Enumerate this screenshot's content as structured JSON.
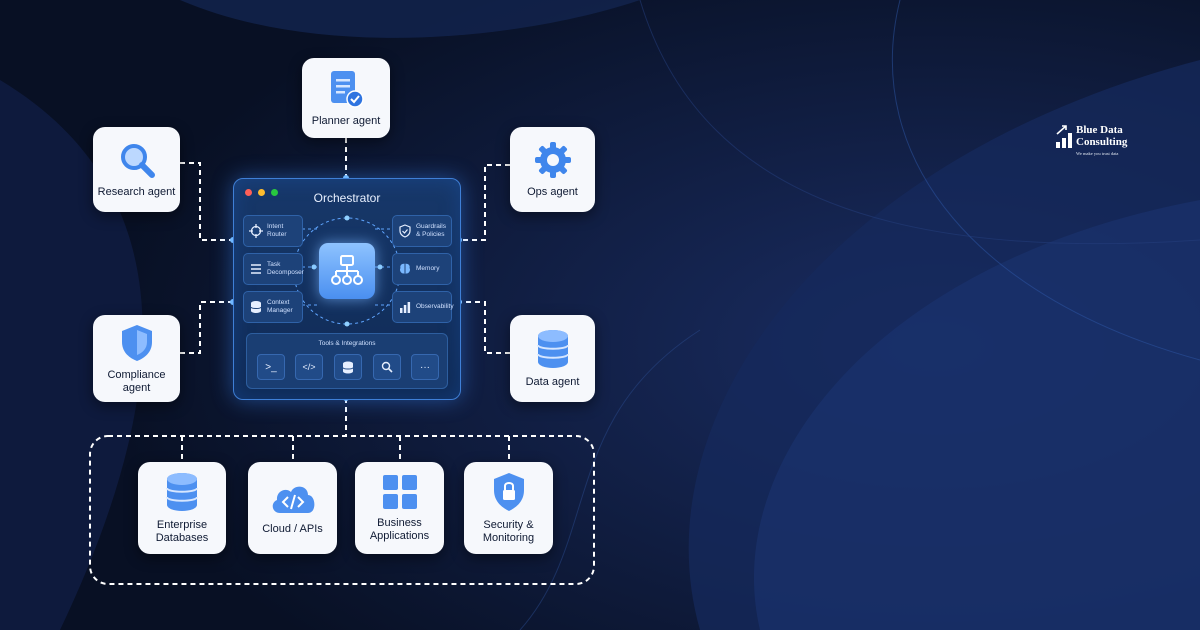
{
  "colors": {
    "background": "#0a1124",
    "card": "#f6f8fc",
    "accent": "#3b82f6",
    "orchestrator": "#14325f"
  },
  "agents": [
    {
      "label": "Planner agent",
      "icon": "document-check-icon"
    },
    {
      "label": "Research agent",
      "icon": "search-icon"
    },
    {
      "label": "Ops agent",
      "icon": "gear-icon"
    },
    {
      "label": "Compliance agent",
      "icon": "shield-icon"
    },
    {
      "label": "Data agent",
      "icon": "database-icon"
    }
  ],
  "orchestrator": {
    "title": "Orchestrator",
    "window_dots": [
      "#ff5f57",
      "#febc2e",
      "#28c840"
    ],
    "modules": [
      {
        "label": "Intent Router",
        "icon": "crosshair-icon"
      },
      {
        "label": "Task Decomposer",
        "icon": "list-icon"
      },
      {
        "label": "Context Manager",
        "icon": "database-icon"
      },
      {
        "label": "Guardrails & Policies",
        "icon": "shield-check-icon"
      },
      {
        "label": "Memory",
        "icon": "brain-icon"
      },
      {
        "label": "Observability",
        "icon": "bar-chart-icon"
      }
    ],
    "center_icon": "hierarchy-icon",
    "tools": {
      "title": "Tools & Integrations",
      "items": [
        {
          "icon": "terminal-icon",
          "glyph": ">_"
        },
        {
          "icon": "code-icon",
          "glyph": "</>"
        },
        {
          "icon": "database-icon",
          "glyph": ""
        },
        {
          "icon": "search-icon",
          "glyph": ""
        },
        {
          "icon": "more-icon",
          "glyph": "···"
        }
      ]
    }
  },
  "resources": [
    {
      "label": "Enterprise Databases",
      "icon": "database-icon"
    },
    {
      "label": "Cloud / APIs",
      "icon": "cloud-code-icon"
    },
    {
      "label": "Business Applications",
      "icon": "app-grid-icon"
    },
    {
      "label": "Security & Monitoring",
      "icon": "shield-lock-icon"
    }
  ],
  "logo": {
    "name_line1": "Blue Data",
    "name_line2": "Consulting",
    "tagline": "We make you trust data",
    "icon": "growth-chart-icon"
  }
}
